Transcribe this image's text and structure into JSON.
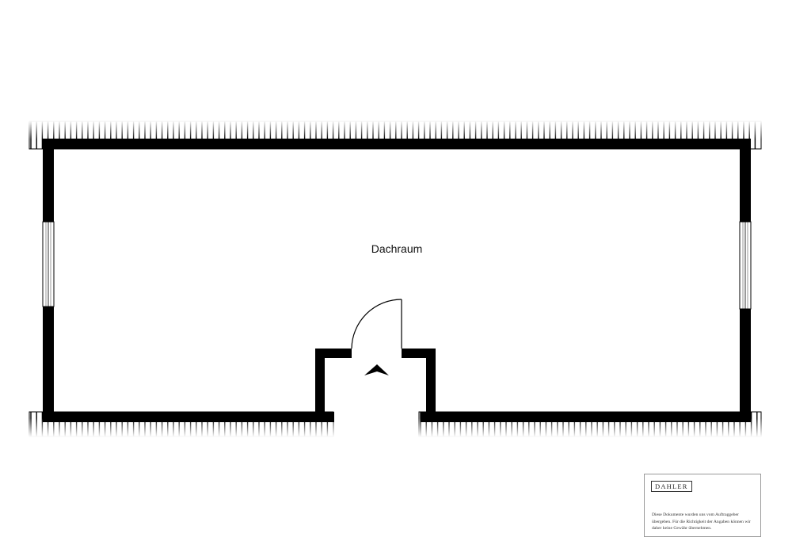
{
  "rooms": [
    {
      "label": "Dachraum"
    }
  ],
  "disclaimer": {
    "brand": "DAHLER",
    "text": "Diese Dokumente wurden uns vom Auftraggeber übergeben. Für die Richtigkeit der Angaben können wir daher keine Gewähr übernehmen."
  },
  "colors": {
    "wall": "#000000",
    "background": "#ffffff",
    "frame": "#9a9a9a"
  },
  "icons": {
    "entrance": "entrance-arrow-icon",
    "door": "door-swing-icon",
    "window": "window-icon"
  }
}
